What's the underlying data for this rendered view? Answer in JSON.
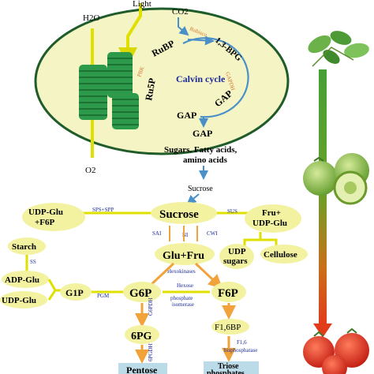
{
  "chloroplast": {
    "h2o": "H2O",
    "light": "Light",
    "co2": "CO2",
    "o2": "O2",
    "rubisco": "Rubisco",
    "rubp": "RuBP",
    "bpg": "1,3-BPG",
    "pbk": "PBK",
    "gapdh": "GAPDH",
    "ru5p": "Ru5P",
    "calvin": "Calvin cycle",
    "gap1": "GAP",
    "gap2": "GAP",
    "gap3": "GAP",
    "sugars1": "Sugars. Fatty acids,",
    "sugars2": "amino acids",
    "sucrose_small": "Sucrose"
  },
  "metabolism": {
    "udpglu_f6p_1": "UDP-Glu",
    "udpglu_f6p_2": "+F6P",
    "sps_spp": "SPS+SPP",
    "sucrose": "Sucrose",
    "sus": "SUS",
    "fru_udp_1": "Fru+",
    "fru_udp_2": "UDP-Glu",
    "sai": "SAI",
    "ni": "NI",
    "cwi": "CWI",
    "udp_sugars_1": "UDP",
    "udp_sugars_2": "sugars",
    "cellulose": "Cellulose",
    "glu_fru": "Glu+Fru",
    "starch": "Starch",
    "ss": "SS",
    "hexokinases": "Hexokinases",
    "adp_glu": "ADP-Glu",
    "udp_glu": "UDP-Glu",
    "g1p": "G1P",
    "pgm": "PGM",
    "g6p": "G6P",
    "f6p": "F6P",
    "hexose_1": "Hexose",
    "hexose_2": "phosphate",
    "hexose_3": "isomerase",
    "g6pdh": "G6PDH",
    "f16bp": "F1,6BP",
    "pg6": "6PG",
    "pgdh": "6PGDH",
    "f16_1": "F1,6",
    "f16_2": "bisphosphatase",
    "pentose": "Pentose",
    "triose_1": "Triose",
    "triose_2": "phosphates"
  },
  "colors": {
    "ellipse_fill": "#f2f2a0",
    "dark_green": "#1f5c2a",
    "granum_green": "#2c9a4a",
    "line_yellow": "#e8e800",
    "bar_green": "#2d8a2d",
    "arrow_red": "#e23b1a",
    "orange_arrow": "#f2a23a",
    "blue_arrow": "#4a90c8",
    "enzyme_blue": "#1d2b9a"
  }
}
